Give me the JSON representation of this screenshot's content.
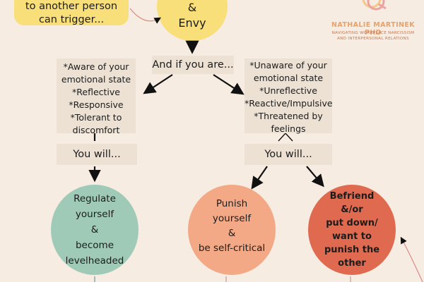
{
  "top_left_note": {
    "line1": "to another person",
    "line2": "can trigger..."
  },
  "top_center_circle": {
    "line1": "&",
    "line2": "Envy"
  },
  "brand": {
    "name": "NATHALIE MARTINEK PHD",
    "tagline_line1": "NAVIGATING WORKPLACE NARCISSISM",
    "tagline_line2": "AND INTERPERSONAL RELATIONS"
  },
  "decision_label": "And if you are...",
  "left_branch": {
    "traits": [
      "*Aware of your",
      "emotional state",
      "*Reflective",
      "*Responsive",
      "*Tolerant to",
      "discomfort"
    ],
    "result_label": "You will...",
    "outcome": [
      "Regulate",
      "yourself",
      "&",
      "become",
      "levelheaded"
    ]
  },
  "right_branch": {
    "traits": [
      "*Unaware of your",
      "emotional state",
      "*Unreflective",
      "*Reactive/Impulsive",
      "*Threatened by",
      "feelings"
    ],
    "result_label": "You will...",
    "outcome_a": [
      "Punish",
      "yourself",
      "&",
      "be self-critical"
    ],
    "outcome_b": [
      "Befriend",
      "&/or",
      "put down/",
      "want to",
      "punish the",
      "other"
    ]
  },
  "colors": {
    "background": "#f7ece1",
    "box": "#ede1d3",
    "yellow": "#f8df7a",
    "teal": "#9fcab8",
    "salmon": "#f3a985",
    "red": "#e06a4f"
  }
}
